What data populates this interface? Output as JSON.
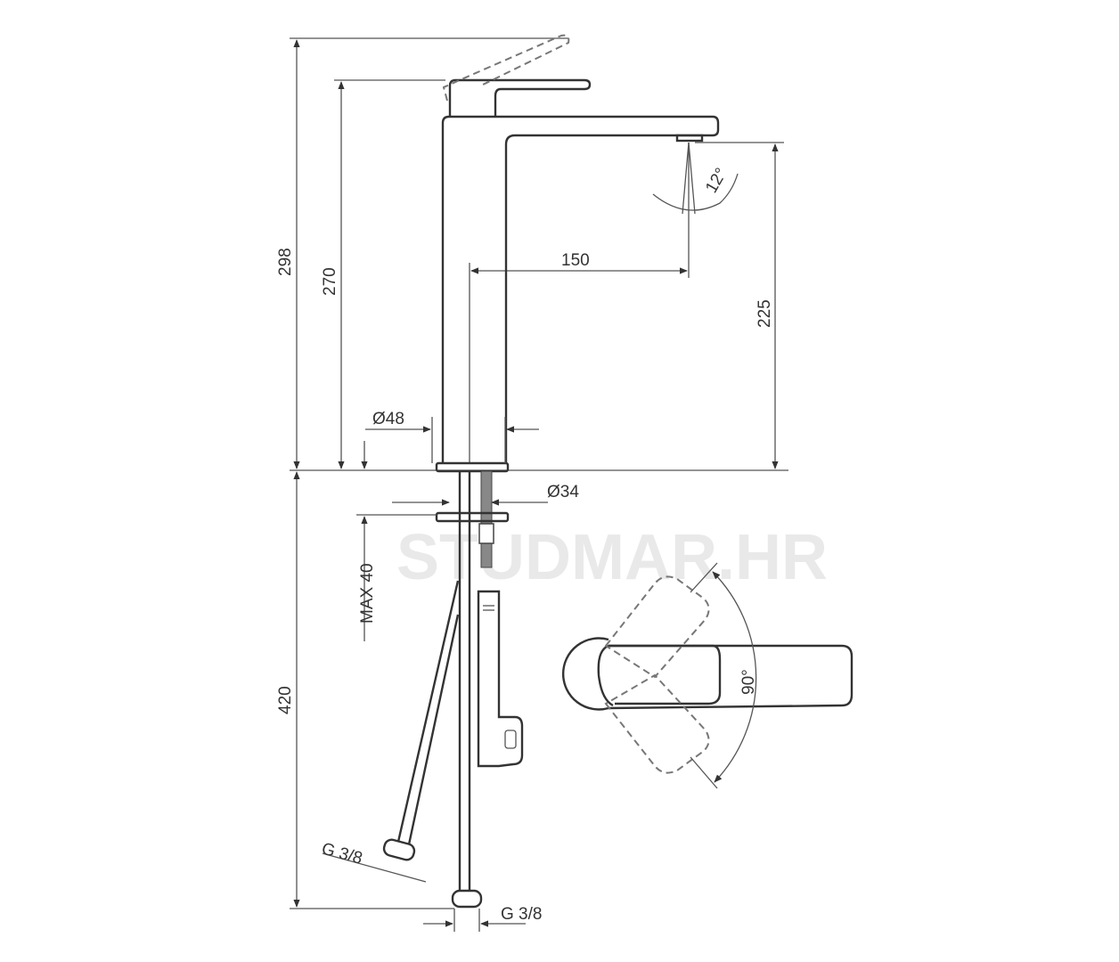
{
  "watermark": "STUDMAR.HR",
  "dimensions": {
    "total_height_lever_up": "298",
    "height": "270",
    "spout_height": "225",
    "spout_reach": "150",
    "spray_angle": "12°",
    "base_diameter": "Ø48",
    "shank_diameter": "Ø34",
    "max_deck_thickness": "MAX 40",
    "hose_length": "420",
    "hose_thread_left": "G 3/8",
    "hose_thread_right": "G 3/8",
    "handle_rotation": "90°"
  }
}
